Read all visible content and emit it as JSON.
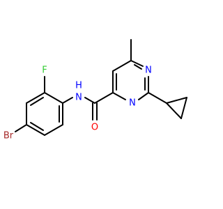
{
  "molecule": {
    "atoms": {
      "N_pyr_top": {
        "label": "N",
        "color": "#0000ff"
      },
      "N_pyr_bottom": {
        "label": "N",
        "color": "#0000ff"
      },
      "O_carbonyl": {
        "label": "O",
        "color": "#ff0000"
      },
      "N_amide": {
        "label": "N",
        "color": "#0000ff"
      },
      "H_amide": {
        "label": "H",
        "color": "#0000ff"
      },
      "F": {
        "label": "F",
        "color": "#33cc33"
      },
      "Br": {
        "label": "Br",
        "color": "#a62929"
      }
    }
  }
}
